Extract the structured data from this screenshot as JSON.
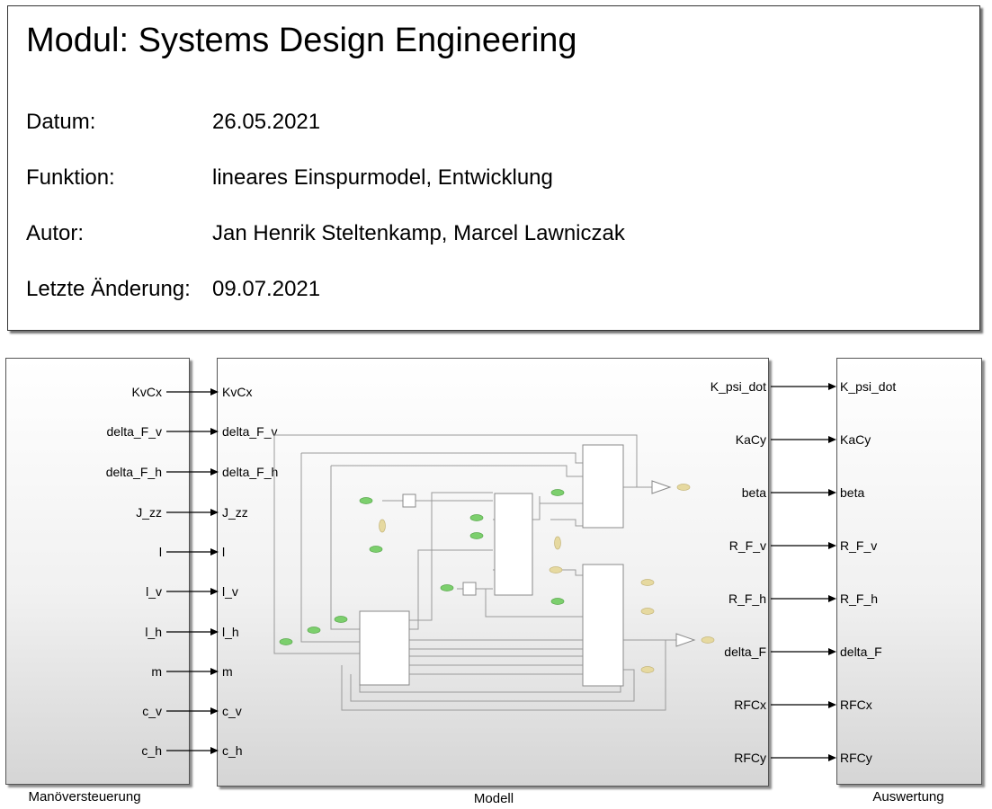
{
  "header": {
    "title": "Modul: Systems Design Engineering",
    "rows": [
      {
        "label": "Datum:",
        "value": "26.05.2021"
      },
      {
        "label": "Funktion:",
        "value": "lineares Einspurmodel, Entwicklung"
      },
      {
        "label": "Autor:",
        "value": "Jan Henrik Steltenkamp, Marcel Lawniczak"
      },
      {
        "label": "Letzte Änderung:",
        "value": "09.07.2021"
      }
    ]
  },
  "blocks": {
    "manoever": {
      "name": "Manöversteuerung",
      "outports": [
        "KvCx",
        "delta_F_v",
        "delta_F_h",
        "J_zz",
        "l",
        "l_v",
        "l_h",
        "m",
        "c_v",
        "c_h"
      ]
    },
    "modell": {
      "name": "Modell",
      "inports": [
        "KvCx",
        "delta_F_v",
        "delta_F_h",
        "J_zz",
        "l",
        "l_v",
        "l_h",
        "m",
        "c_v",
        "c_h"
      ],
      "outports": [
        "K_psi_dot",
        "KaCy",
        "beta",
        "R_F_v",
        "R_F_h",
        "delta_F",
        "RFCx",
        "RFCy"
      ]
    },
    "auswertung": {
      "name": "Auswertung",
      "inports": [
        "K_psi_dot",
        "KaCy",
        "beta",
        "R_F_v",
        "R_F_h",
        "delta_F",
        "RFCx",
        "RFCy"
      ]
    }
  },
  "colors": {
    "signal_line": "#000000",
    "inner_line": "#9a9a9a",
    "from_block": "#7ccf6d",
    "goto_block": "#e6d9a0",
    "border": "#555555"
  }
}
